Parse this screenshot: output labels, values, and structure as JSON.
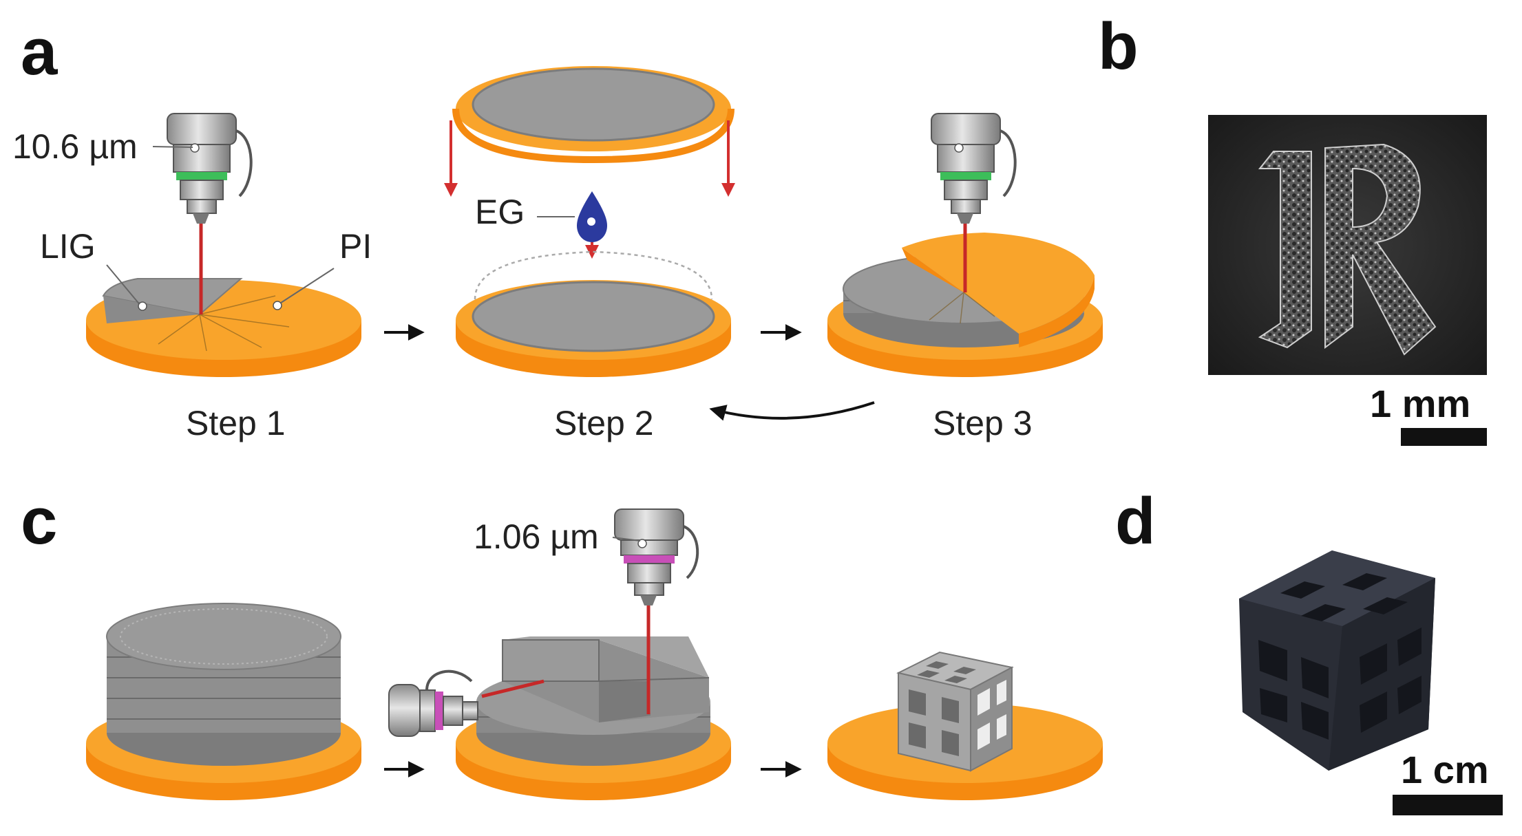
{
  "panels": {
    "a": {
      "letter": "a",
      "wavelength": "10.6 µm",
      "lig_label": "LIG",
      "pi_label": "PI",
      "eg_label": "EG",
      "step1": "Step 1",
      "step2": "Step 2",
      "step3": "Step 3"
    },
    "b": {
      "letter": "b",
      "scale_label": "1 mm"
    },
    "c": {
      "letter": "c",
      "wavelength": "1.06 µm"
    },
    "d": {
      "letter": "d",
      "scale_label": "1 cm"
    }
  },
  "colors": {
    "pi_orange": "#F9A42B",
    "pi_orange_side": "#F58A10",
    "graphene_gray": "#9A9A9A",
    "graphene_side": "#7C7C7C",
    "laser_red": "#C62828",
    "arrow_red": "#D32F2F",
    "eg_blue": "#2B3A9E",
    "lens_green": "#3DBE5A",
    "lens_magenta": "#C84FB8"
  },
  "icons": [
    "laser-head-icon",
    "droplet-icon",
    "arrow-icon"
  ]
}
